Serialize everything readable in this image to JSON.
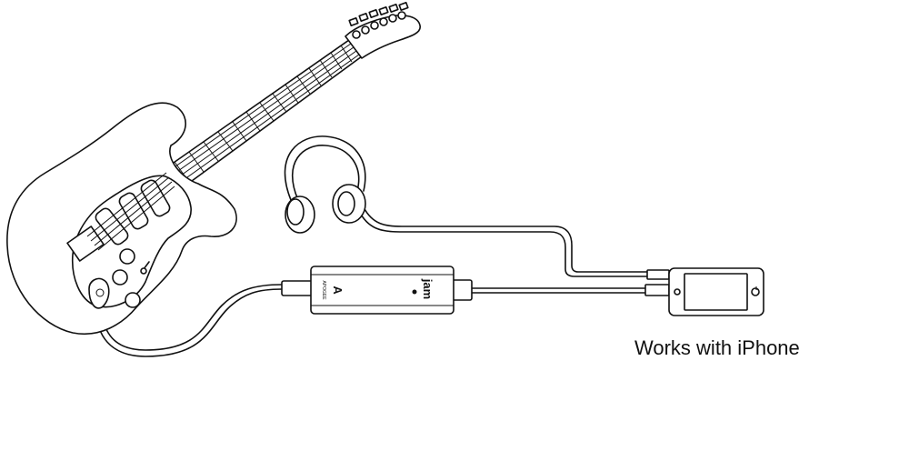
{
  "caption": "Works with iPhone",
  "interface": {
    "brand_logo": "A",
    "brand_name": "APOGEE",
    "model": "jam"
  },
  "icons": {
    "guitar": "electric-guitar-icon",
    "headphones": "headphones-icon",
    "interface": "audio-interface-icon",
    "phone": "iphone-icon"
  }
}
